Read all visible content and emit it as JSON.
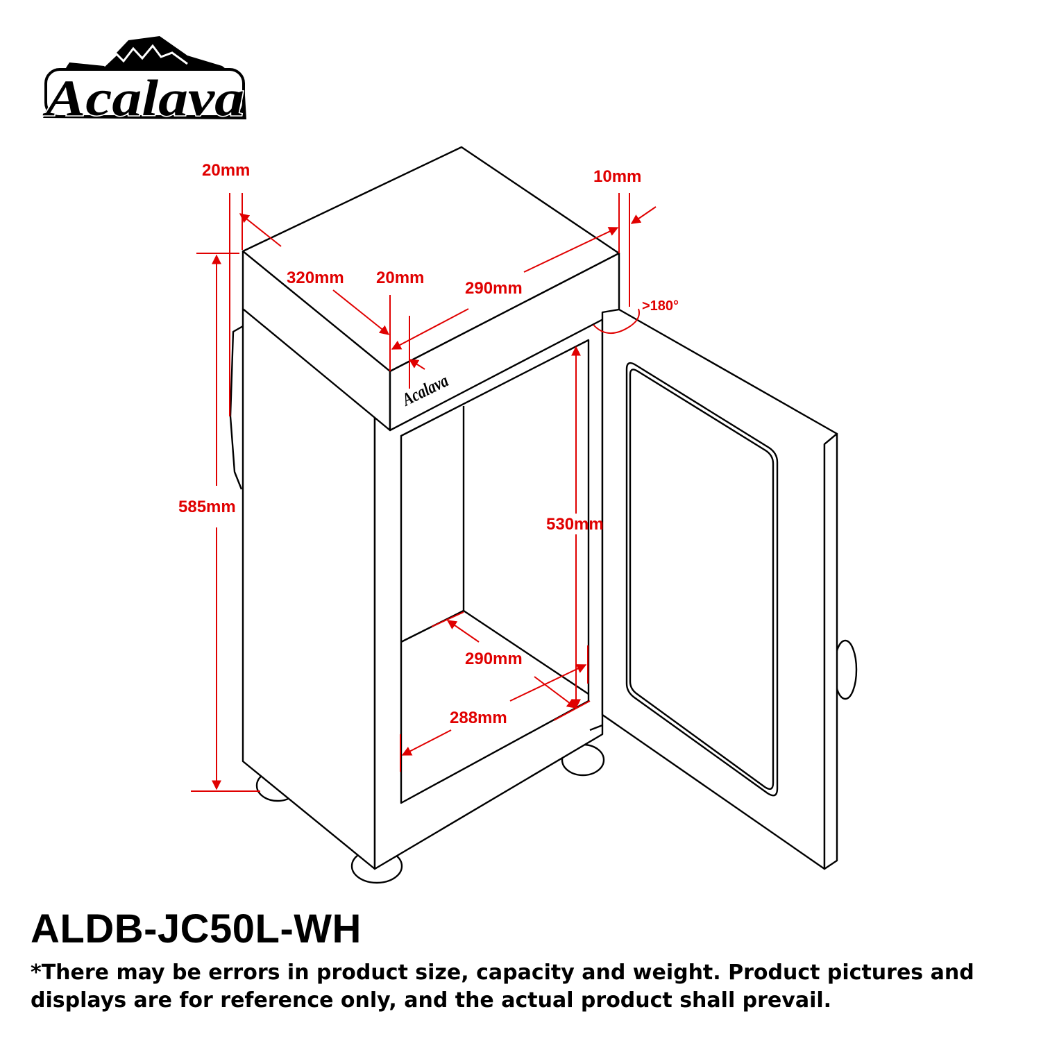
{
  "brand": {
    "logo_text": "Acalava",
    "door_badge_text": "Acalava"
  },
  "diagram": {
    "dimensions": {
      "frame_depth_top": "20mm",
      "gap_right": "10mm",
      "depth": "320mm",
      "frame_depth_front": "20mm",
      "width": "290mm",
      "door_angle": ">180°",
      "height": "585mm",
      "interior_height": "530mm",
      "interior_depth": "290mm",
      "interior_width": "288mm"
    }
  },
  "product": {
    "model": "ALDB-JC50L-WH",
    "disclaimer": "*There may be errors in product size, capacity and weight. Product pictures and displays are for reference only, and the actual product shall prevail."
  }
}
